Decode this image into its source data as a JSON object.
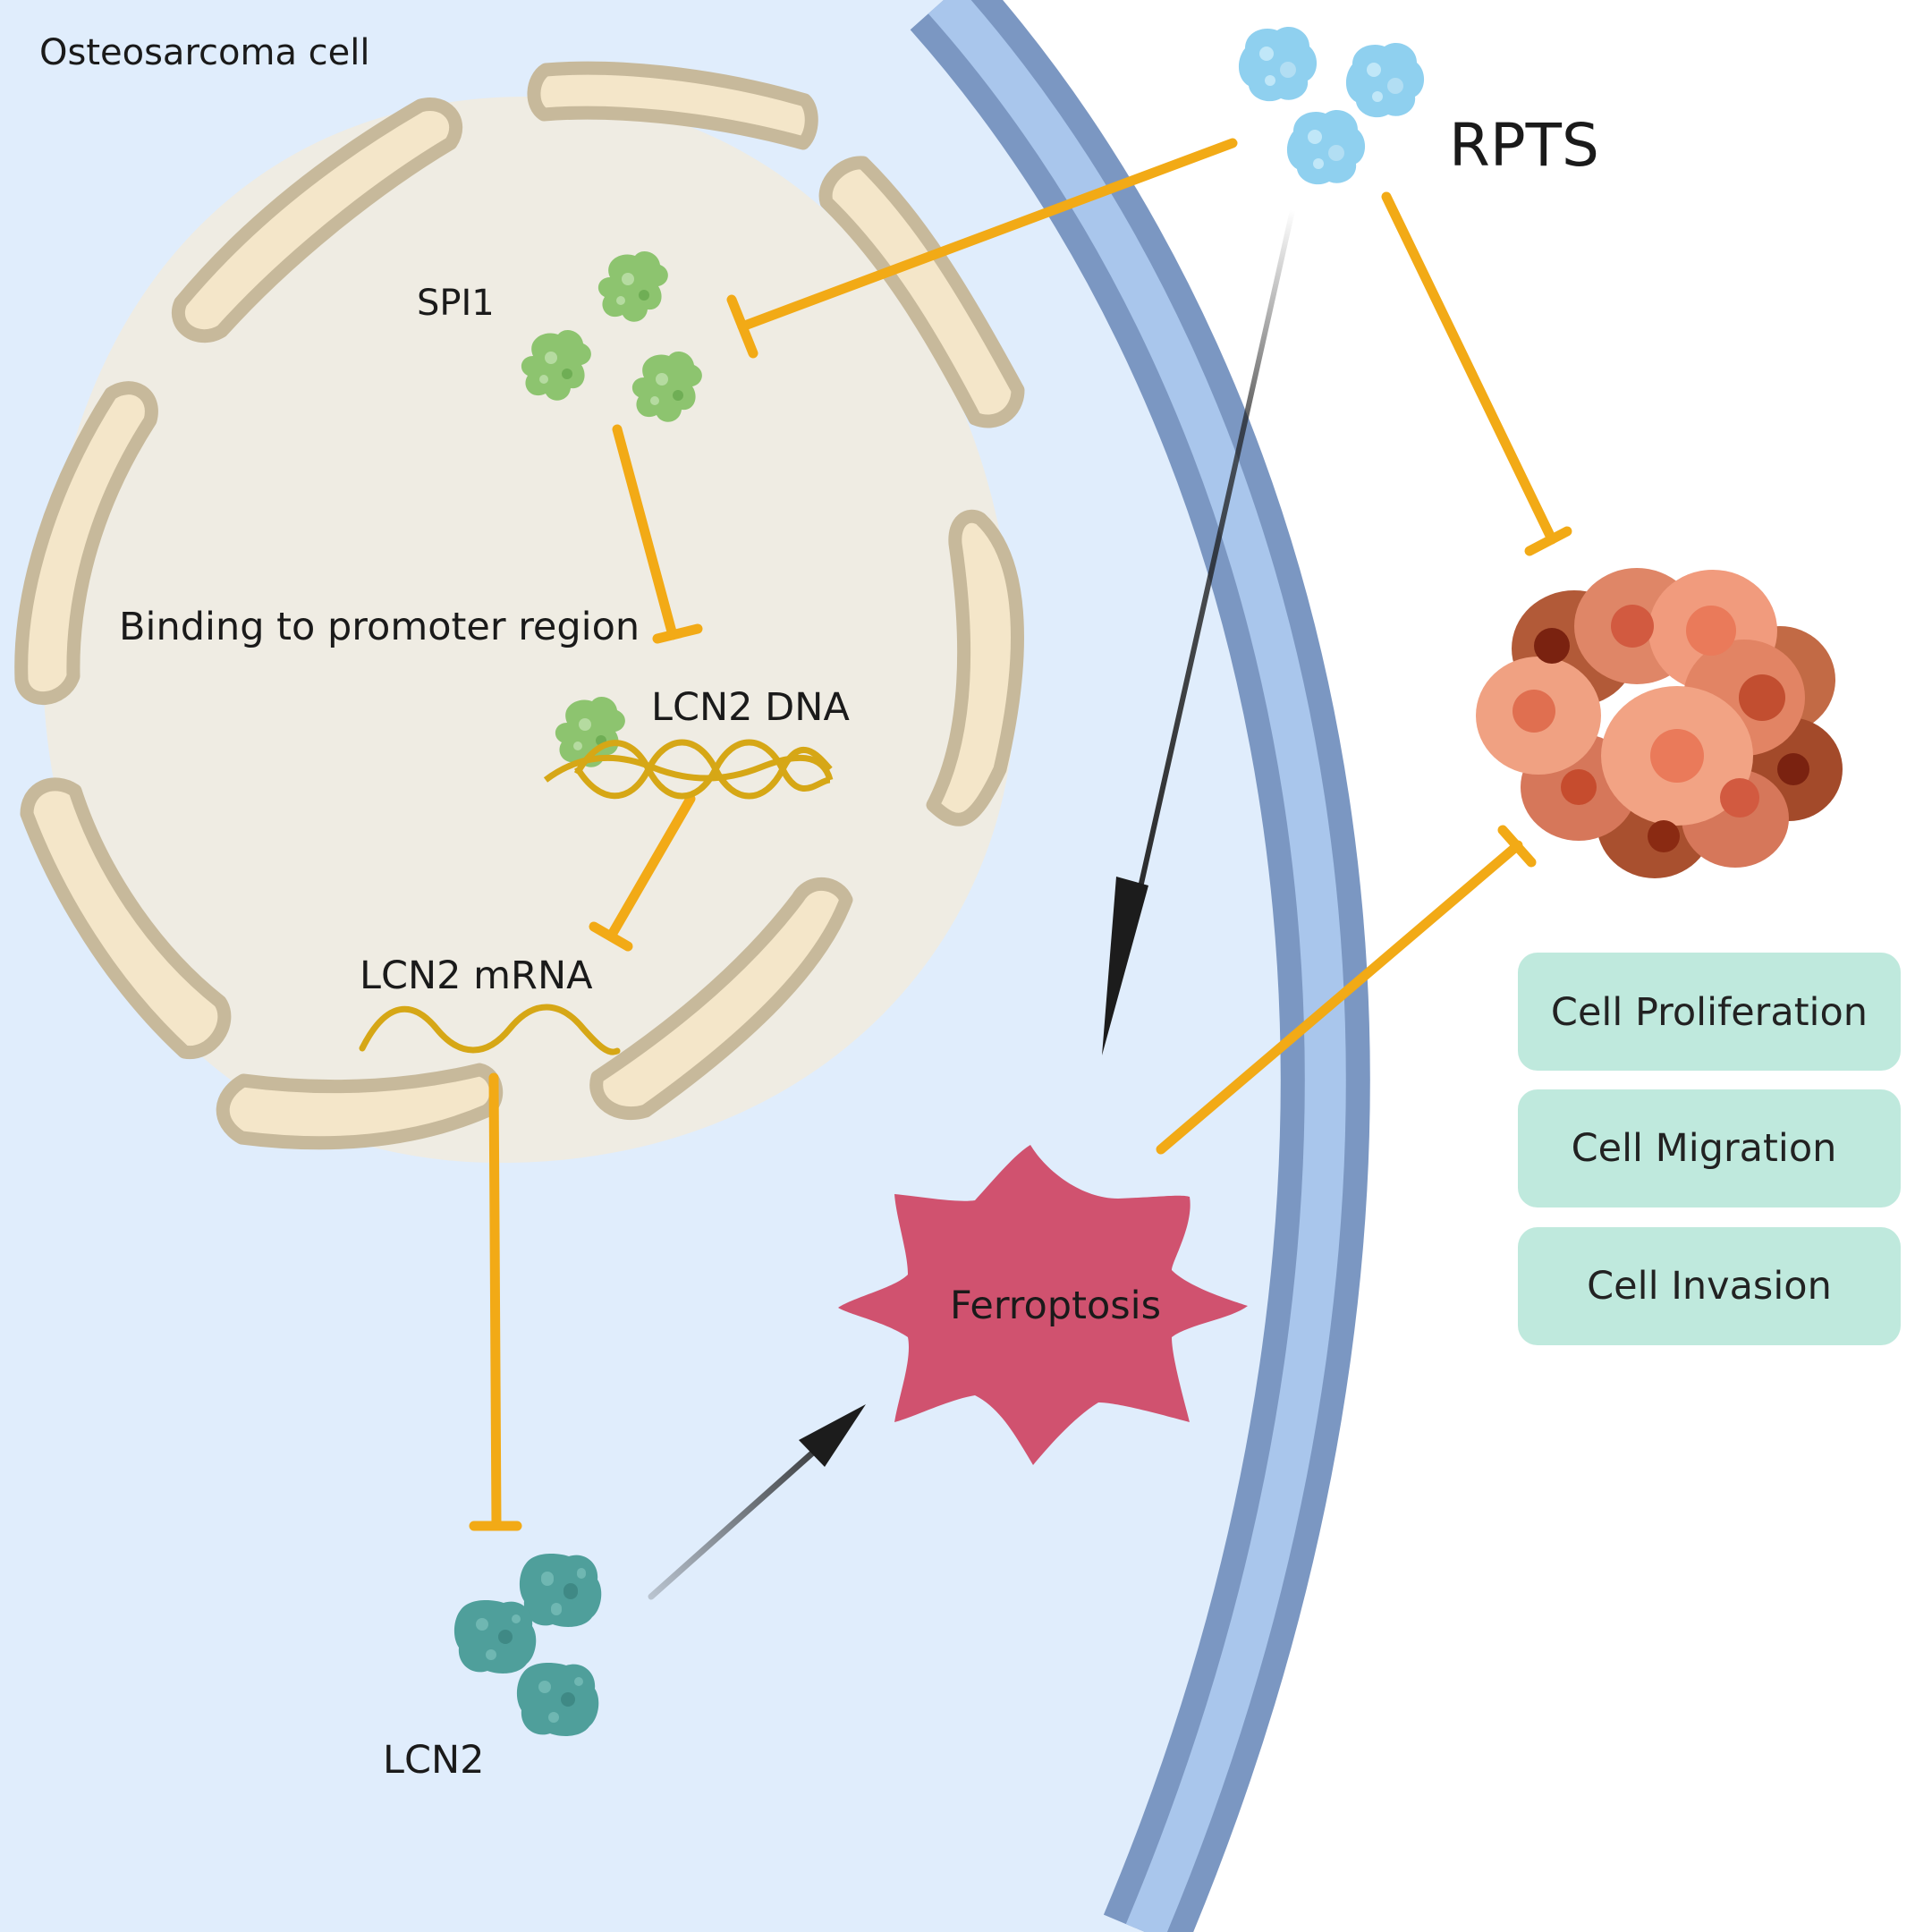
{
  "labels": {
    "cell": "Osteosarcoma cell",
    "rpts": "RPTS",
    "spi1": "SPI1",
    "binding": "Binding to promoter region",
    "lcn2_dna": "LCN2 DNA",
    "lcn2_mrna": "LCN2 mRNA",
    "lcn2": "LCN2",
    "ferroptosis": "Ferroptosis"
  },
  "outcomes": [
    "Cell Proliferation",
    "Cell Migration",
    "Cell Invasion"
  ],
  "colors": {
    "cytoplasm": "#e0edfc",
    "membrane_dark": "#7b97c2",
    "membrane_light": "#a9c6ec",
    "nucleus": "#efece3",
    "envelope_stroke": "#c7b99b",
    "envelope_fill": "#f4e6c9",
    "inhibition": "#f2aa16",
    "activation": "#1c1c1c",
    "spi1_protein": "#8dc46f",
    "lcn2_protein": "#4f9f9b",
    "rpts_molecule": "#8fd0ef",
    "ferroptosis": "#d0526f",
    "dna": "#d6a716",
    "tumor": "#e7916e",
    "outcome_box": "#bfe9dd"
  },
  "icons": [
    "rpts-molecule-icon",
    "spi1-protein-icon",
    "lcn2-protein-icon",
    "tumor-cluster-icon",
    "dna-helix-icon",
    "mrna-strand-icon",
    "ferroptosis-star-icon"
  ]
}
